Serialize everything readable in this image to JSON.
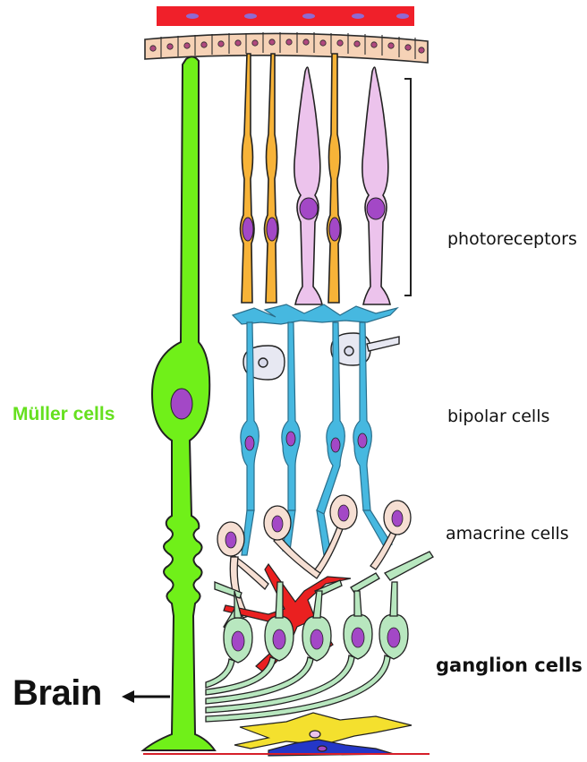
{
  "labels": {
    "photoreceptors": "photoreceptors",
    "bipolar": "bipolar cells",
    "amacrine": "amacrine cells",
    "ganglion": "ganglion cells",
    "muller": "Müller cells",
    "brain": "Brain"
  },
  "colors": {
    "blood_vessel": "#f0202a",
    "epithelium": "#f6d2b6",
    "nucleus": "#a348c6",
    "rod_cone_orange": "#f7b338",
    "cone_lilac": "#ecc3ec",
    "bipolar_blue": "#46b8e0",
    "horizontal_grey": "#e7e8f2",
    "amacrine_pink": "#f6dfd3",
    "red_amacrine": "#ea2020",
    "ganglion_green": "#b8e7bf",
    "muller_green": "#70f019",
    "astrocyte_yellow": "#f4e02e",
    "blue_cell": "#2437c8"
  }
}
